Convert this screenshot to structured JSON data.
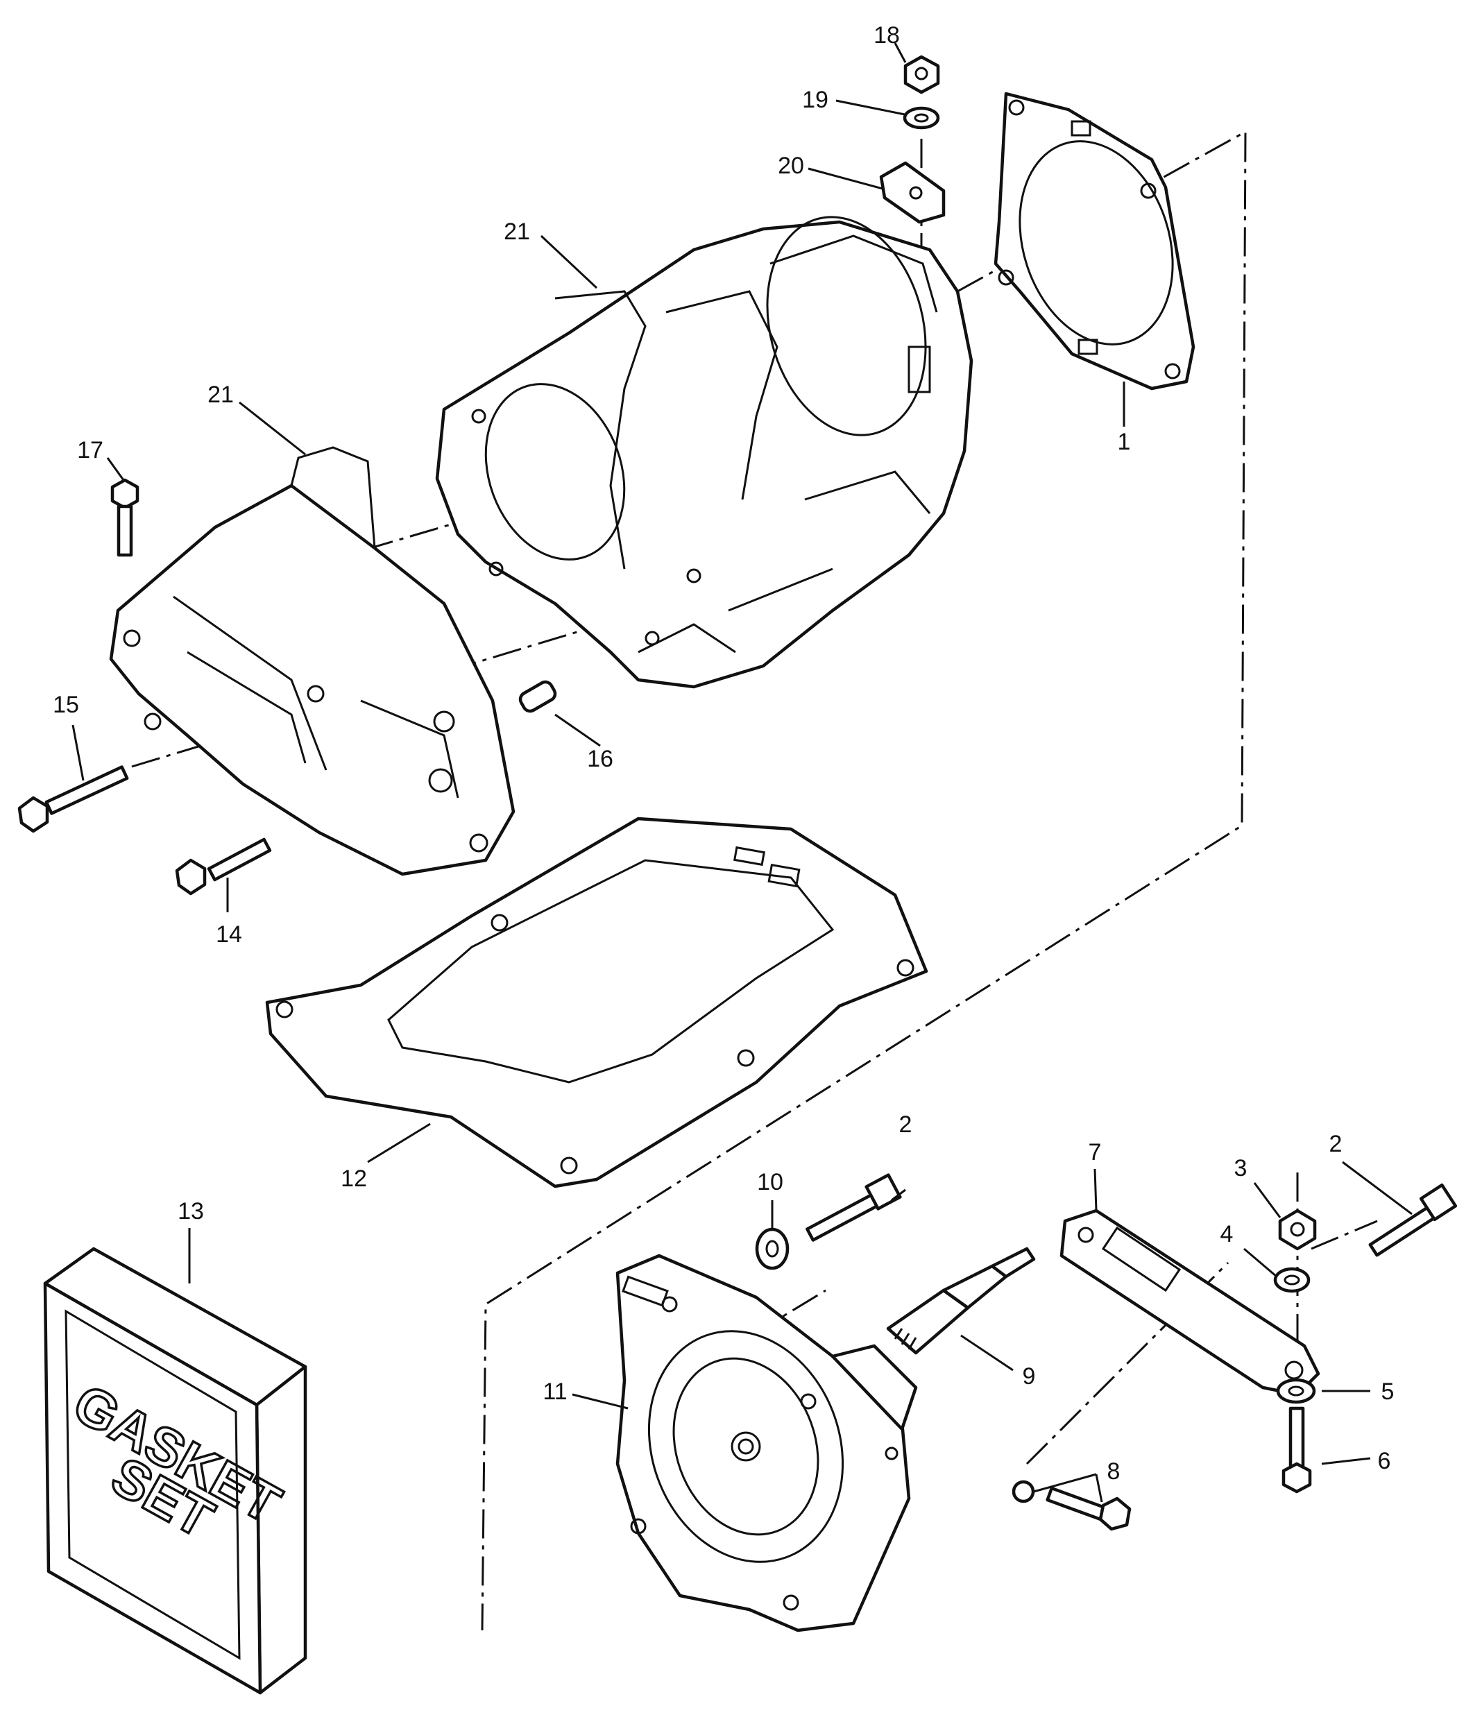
{
  "diagram": {
    "callouts": [
      "1",
      "2",
      "2",
      "3",
      "4",
      "5",
      "6",
      "7",
      "8",
      "9",
      "10",
      "11",
      "12",
      "13",
      "14",
      "15",
      "16",
      "17",
      "18",
      "19",
      "20",
      "21",
      "21"
    ],
    "gasket_set": {
      "line1": "GASKET",
      "line2": "SET"
    }
  }
}
